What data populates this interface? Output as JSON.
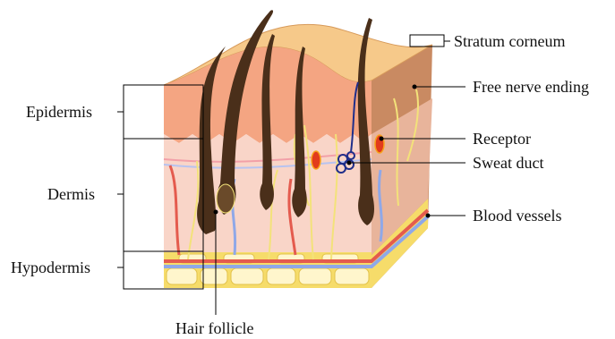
{
  "labels": {
    "epidermis": "Epidermis",
    "dermis": "Dermis",
    "hypodermis": "Hypodermis",
    "hair_follicle": "Hair follicle",
    "stratum_corneum": "Stratum corneum",
    "free_nerve_ending": "Free nerve ending",
    "receptor": "Receptor",
    "sweat_duct": "Sweat duct",
    "blood_vessels": "Blood vessels"
  },
  "colors": {
    "stratum_top": "#f6c98a",
    "epidermis": "#f4a582",
    "dermis": "#f9d5c8",
    "hypodermis": "#f6dc6a",
    "fat_cells": "#fff6cc",
    "hair": "#4a2f1a",
    "nerve": "#f3e27a",
    "artery": "#e45b4e",
    "vein": "#8fa8e8",
    "side_face": "#c98a62",
    "receptor": "#e23b1c"
  }
}
